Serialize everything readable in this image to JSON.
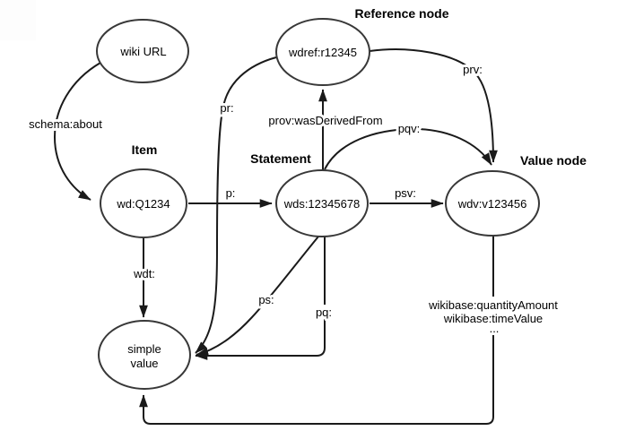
{
  "diagram": {
    "section_titles": {
      "reference_node": "Reference node",
      "item": "Item",
      "statement": "Statement",
      "value_node": "Value node"
    },
    "nodes": {
      "wiki_url": {
        "label": "wiki URL"
      },
      "reference": {
        "label": "wdref:r12345"
      },
      "item": {
        "label": "wd:Q1234"
      },
      "statement": {
        "label": "wds:12345678"
      },
      "value": {
        "label": "wdv:v123456"
      },
      "simple_value": {
        "line1": "simple",
        "line2": "value"
      }
    },
    "edge_labels": {
      "schema_about": "schema:about",
      "p": "p:",
      "wdt": "wdt:",
      "prov_was_derived_from": "prov:wasDerivedFrom",
      "pr": "pr:",
      "prv": "prv:",
      "pqv": "pqv:",
      "psv": "psv:",
      "ps": "ps:",
      "pq": "pq:",
      "wikibase_quantity_amount": "wikibase:quantityAmount",
      "wikibase_time_value": "wikibase:timeValue",
      "ellipsis": "..."
    },
    "colors": {
      "edge_stroke": "#1a1a1a",
      "node_stroke": "#383838",
      "node_fill": "#ffffff",
      "text": "#000000",
      "background": "#ffffff"
    }
  }
}
